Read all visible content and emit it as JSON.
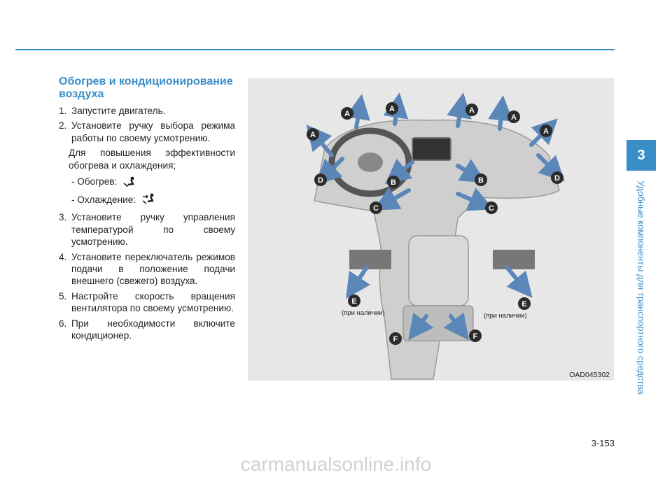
{
  "heading": "Обогрев и кондиционирование воздуха",
  "steps": [
    {
      "num": "1.",
      "text": "Запустите двигатель."
    },
    {
      "num": "2.",
      "text": "Установите ручку выбора режима работы по своему усмотрению."
    },
    {
      "num": "3.",
      "text": "Установите ручку управления температурой по своему усмотрению."
    },
    {
      "num": "4.",
      "text": "Установите переключатель режимов подачи в положение подачи внешнего (свежего) воздуха."
    },
    {
      "num": "5.",
      "text": "Настройте скорость вращения вентилятора по своему усмотрению."
    },
    {
      "num": "6.",
      "text": "При необходимости включите кондиционер."
    }
  ],
  "step2_note": "Для повышения эффективности обогрева и охлаждения;",
  "heating_label": "- Обогрев:",
  "cooling_label": "- Охлаждение:",
  "figure": {
    "code": "OAD045302",
    "availability_left": "(при наличии)",
    "availability_right": "(при наличии)",
    "vent_labels": [
      "A",
      "A",
      "A",
      "A",
      "A",
      "A",
      "B",
      "B",
      "C",
      "C",
      "D",
      "D",
      "E",
      "E",
      "F",
      "F"
    ]
  },
  "chapter_tab": "3",
  "chapter_title": "Удобные компоненты для транспортного средства",
  "page_number": "3-153",
  "watermark": "carmanualsonline.info",
  "colors": {
    "accent": "#3a8ec7",
    "vent_badge": "#2b2b2b",
    "airflow": "#5b86b8"
  }
}
